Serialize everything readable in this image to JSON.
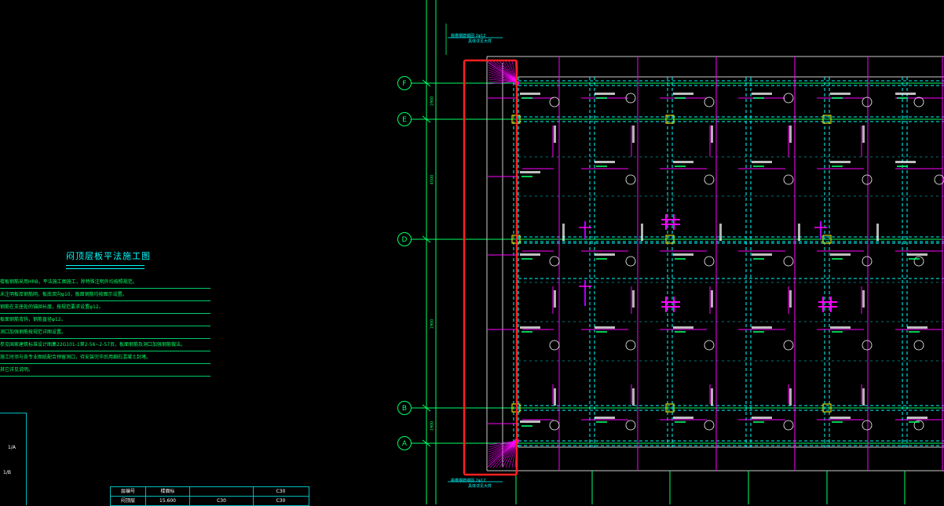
{
  "drawing": {
    "title": "闷顶层板平法施工图",
    "notes": [
      "楼板钢筋采用HRB，平法施工图施工，除特殊注明外均按照规范。",
      "未注明板厚钢筋网，板底双向φ10，板面钢筋均按图示设置。",
      "钢筋在支座处的锚固长度，按规范要求设置φ12。",
      "板面钢筋弯钩，钢筋直径φ12。",
      "洞口加强钢筋按规范详图设置。",
      "参见国家建筑标准设计图集22G101-1第2-56~2-57页，板面钢筋及洞口加强钢筋做法。",
      "施工时须与各专业图纸配合预留洞口，待安装完毕后用细石混凝土封堵。",
      "其它详见说明。"
    ],
    "axes": [
      "F",
      "E",
      "D",
      "B",
      "A"
    ],
    "dimensions": [
      "1900",
      "4500",
      "1900",
      "1900"
    ],
    "callout_top": [
      "挑檐钢筋锚固 2φ12",
      "具体详见大样"
    ],
    "callout_bottom": [
      "挑檐钢筋锚固 2φ12",
      "具体详见大样"
    ],
    "table": {
      "rows": [
        [
          "层编号",
          "楼面标",
          "",
          "C30"
        ],
        [
          "闷顶层",
          "15.600",
          "C30",
          "C30"
        ]
      ]
    },
    "left_box_labels": [
      "1/A",
      "1/B"
    ]
  },
  "colors": {
    "background": "#000000",
    "grid": "#00ff66",
    "beam": "#00ffff",
    "rebar": "#ff00ff",
    "highlight": "#ff2020",
    "column": "#ffff00"
  }
}
